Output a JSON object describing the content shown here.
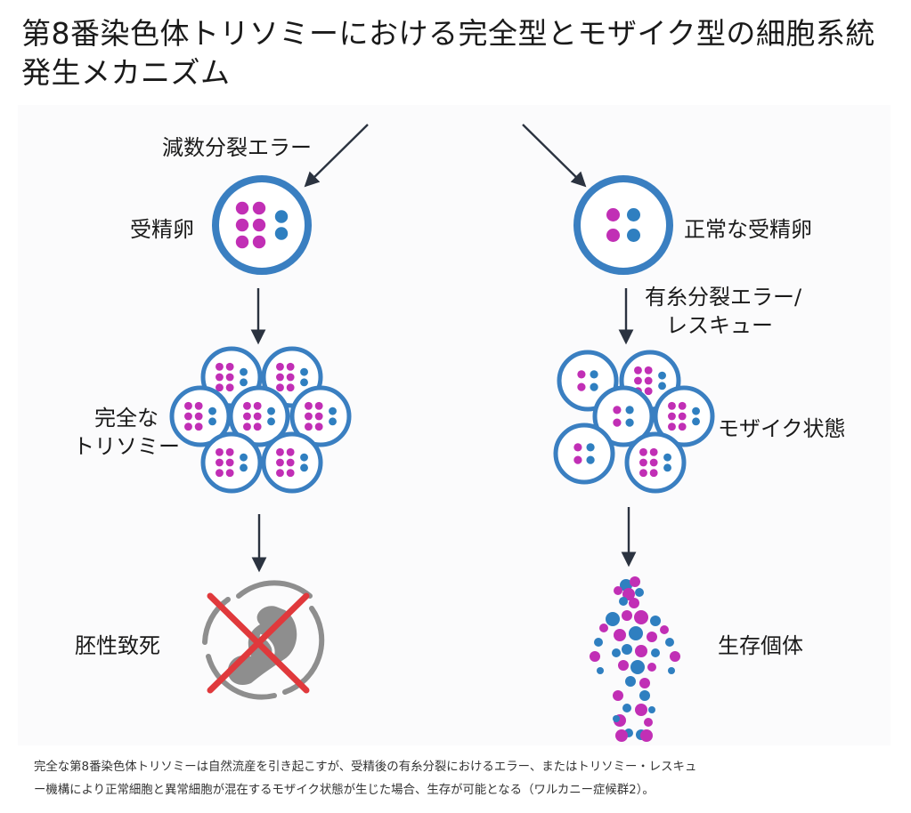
{
  "title": {
    "line1": "第8番染色体トリソミーにおける完全型とモザイク型の細胞系統",
    "line2": "発生メカニズム"
  },
  "left": {
    "error_label": "減数分裂エラー",
    "zygote_label": "受精卵",
    "trisomy_label_line1": "完全な",
    "trisomy_label_line2": "トリソミー",
    "outcome_label": "胚性致死"
  },
  "right": {
    "zygote_label": "正常な受精卵",
    "error_label_line1": "有糸分裂エラー/",
    "error_label_line2": "レスキュー",
    "mosaic_label": "モザイク状態",
    "outcome_label": "生存個体"
  },
  "caption": {
    "line1": "完全な第8番染色体トリソミーは自然流産を引き起こすが、受精後の有糸分裂におけるエラー、またはトリソミー・レスキュ",
    "line2": "ー機構により正常細胞と異常細胞が混在するモザイク状態が生じた場合、生存が可能となる（ワルカニー症候群2）。"
  },
  "colors": {
    "cell_ring": "#3a7fc1",
    "trisomic_dot": "#c12fb5",
    "normal_dot": "#2f7fc0",
    "arrow": "#2b3340",
    "cross": "#e0393c",
    "fetus": "#8e8e8e",
    "figure_bg": "#fbfbfc"
  }
}
